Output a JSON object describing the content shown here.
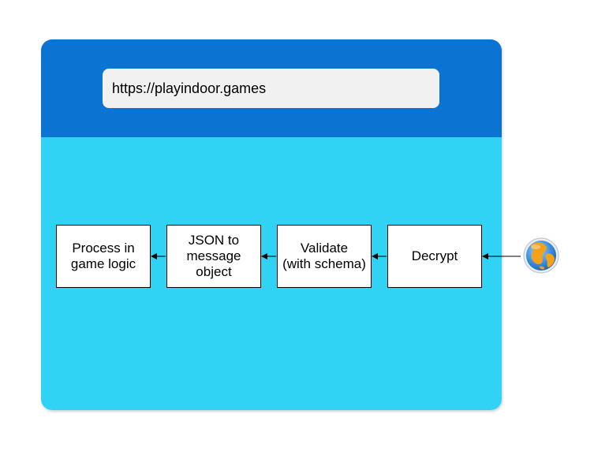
{
  "browser": {
    "url": "https://playindoor.games",
    "header_color": "#0b73d1",
    "body_color": "#31d3f5"
  },
  "pipeline": {
    "steps": [
      {
        "id": "process",
        "label": "Process in\ngame logic"
      },
      {
        "id": "json",
        "label": "JSON to\nmessage\nobject"
      },
      {
        "id": "validate",
        "label": "Validate\n(with schema)"
      },
      {
        "id": "decrypt",
        "label": "Decrypt"
      }
    ]
  },
  "internet_icon": "globe-icon"
}
